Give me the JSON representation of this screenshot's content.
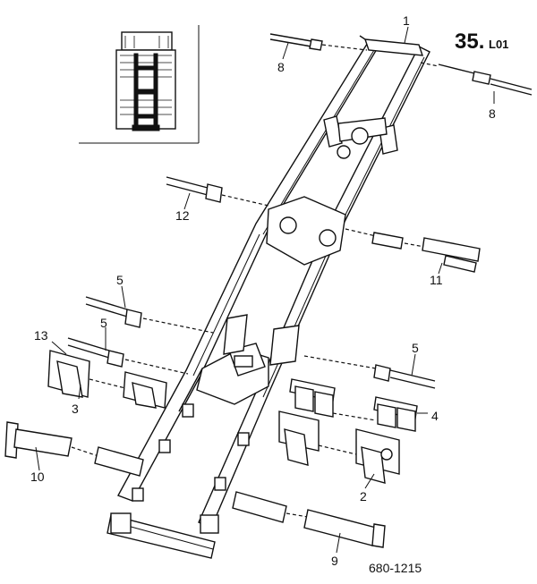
{
  "diagram": {
    "group_number": "35.",
    "group_suffix": "L01",
    "drawing_code": "680-1215",
    "callouts": [
      "1",
      "8",
      "8",
      "12",
      "11",
      "5",
      "5",
      "5",
      "13",
      "3",
      "4",
      "10",
      "2",
      "9"
    ]
  }
}
